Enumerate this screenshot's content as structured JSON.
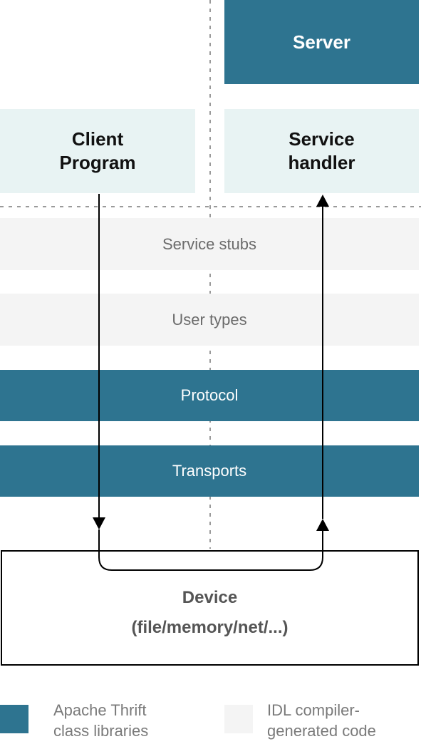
{
  "server": {
    "label": "Server"
  },
  "client_program": {
    "label_line1": "Client",
    "label_line2": "Program"
  },
  "service_handler": {
    "label_line1": "Service",
    "label_line2": "handler"
  },
  "layers": {
    "service_stubs": "Service stubs",
    "user_types": "User types",
    "protocol": "Protocol",
    "transports": "Transports"
  },
  "device": {
    "line1": "Device",
    "line2": "(file/memory/net/...)"
  },
  "legend": {
    "library": {
      "line1": "Apache Thrift",
      "line2": "class libraries",
      "color": "#2e7490"
    },
    "generated": {
      "line1": "IDL compiler-",
      "line2": "generated code",
      "color": "#f4f4f4"
    }
  },
  "colors": {
    "teal": "#2e7490",
    "pale": "#e8f3f3",
    "grey": "#f4f4f4"
  }
}
